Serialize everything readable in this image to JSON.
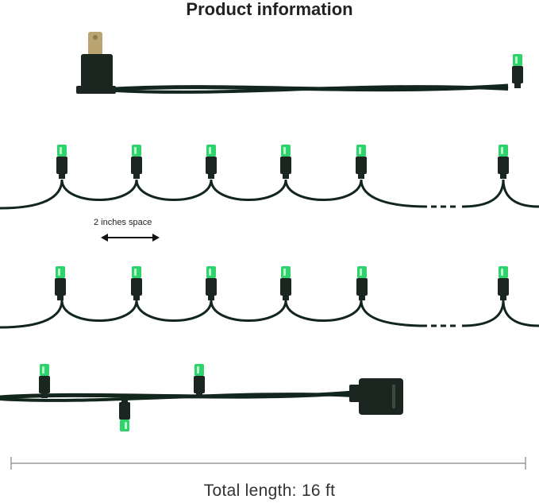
{
  "title": "Product information",
  "spacing_label": "2 inches space",
  "total_length_label": "Total length: 16 ft",
  "colors": {
    "wire": "#13261d",
    "bulb": "#2fd36b",
    "bulb_highlight": "#b9f7cf",
    "socket": "#1b2620",
    "plug_blade": "#b8a371",
    "dimension_line": "#9a9a9a"
  }
}
